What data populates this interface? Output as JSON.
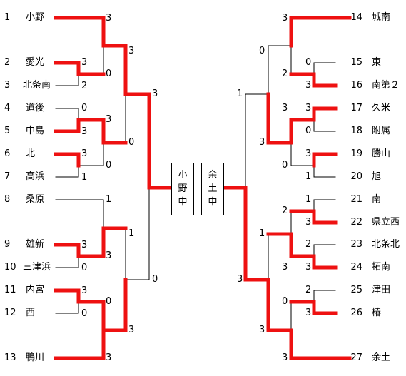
{
  "left_teams": [
    {
      "seed": "1",
      "name": "小野"
    },
    {
      "seed": "2",
      "name": "愛光"
    },
    {
      "seed": "3",
      "name": "北条南"
    },
    {
      "seed": "4",
      "name": "道後"
    },
    {
      "seed": "5",
      "name": "中島"
    },
    {
      "seed": "6",
      "name": "北"
    },
    {
      "seed": "7",
      "name": "高浜"
    },
    {
      "seed": "8",
      "name": "桑原"
    },
    {
      "seed": "9",
      "name": "雄新"
    },
    {
      "seed": "10",
      "name": "三津浜"
    },
    {
      "seed": "11",
      "name": "内宮"
    },
    {
      "seed": "12",
      "name": "西"
    },
    {
      "seed": "13",
      "name": "鴨川"
    }
  ],
  "right_teams": [
    {
      "seed": "14",
      "name": "城南"
    },
    {
      "seed": "15",
      "name": "東"
    },
    {
      "seed": "16",
      "name": "南第２"
    },
    {
      "seed": "17",
      "name": "久米"
    },
    {
      "seed": "18",
      "name": "附属"
    },
    {
      "seed": "19",
      "name": "勝山"
    },
    {
      "seed": "20",
      "name": "旭"
    },
    {
      "seed": "21",
      "name": "南"
    },
    {
      "seed": "22",
      "name": "県立西"
    },
    {
      "seed": "23",
      "name": "北条北"
    },
    {
      "seed": "24",
      "name": "拓南"
    },
    {
      "seed": "25",
      "name": "津田"
    },
    {
      "seed": "26",
      "name": "椿"
    },
    {
      "seed": "27",
      "name": "余土"
    }
  ],
  "finalists": {
    "left": [
      "小",
      "野",
      "中"
    ],
    "right": [
      "余",
      "土",
      "中"
    ]
  },
  "scores": {
    "l1_2v3": [
      "3",
      "2"
    ],
    "l1_4v5": [
      "0",
      "3"
    ],
    "l1_6v7": [
      "3",
      "1"
    ],
    "l1_9v10": [
      "3",
      "0"
    ],
    "l1_11v12": [
      "3",
      "0"
    ],
    "l2_1vA": [
      "3",
      "0"
    ],
    "l2_BvC": [
      "3",
      "0"
    ],
    "l2_8vD": [
      "1",
      "3"
    ],
    "l2_Ev13": [
      "0",
      "3"
    ],
    "l3_top": [
      "3",
      "0"
    ],
    "l3_bot": [
      "1",
      "3"
    ],
    "l4": [
      "3",
      "0"
    ],
    "r1_15v16": [
      "0",
      "3"
    ],
    "r1_17v18": [
      "3",
      "0"
    ],
    "r1_19v20": [
      "3",
      "1"
    ],
    "r1_21v22": [
      "1",
      "3"
    ],
    "r1_23v24": [
      "2",
      "3"
    ],
    "r1_25v26": [
      "2",
      "3"
    ],
    "r2_14vA": [
      "3",
      "2"
    ],
    "r2_BvC": [
      "3",
      "0"
    ],
    "r2_DvE": [
      "2",
      "3"
    ],
    "r2_Fv27": [
      "0",
      "3"
    ],
    "r3_top": [
      "0",
      "3"
    ],
    "r3_bot": [
      "1",
      "3"
    ],
    "r4": [
      "1",
      "3"
    ]
  },
  "colors": {
    "win": "#ee1111",
    "line": "#000000"
  }
}
